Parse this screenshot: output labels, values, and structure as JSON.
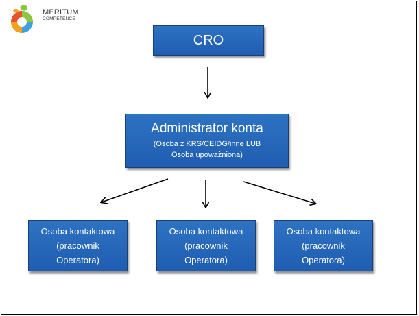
{
  "logo": {
    "line1": "MERITUM",
    "line2": "COMPETENCE",
    "colors": [
      "#e8532b",
      "#f4a11d",
      "#8dc63f",
      "#3ea3dc"
    ]
  },
  "nodes": {
    "top": "CRO",
    "middle_title": "Administrator konta",
    "middle_sub_line1": "(Osoba z KRS/CEIDG/inne LUB",
    "middle_sub_line2": "Osoba upoważniona)",
    "children": [
      {
        "line1": "Osoba kontaktowa",
        "line2": "(pracownik",
        "line3": "Operatora)"
      },
      {
        "line1": "Osoba kontaktowa",
        "line2": "(pracownik",
        "line3": "Operatora)"
      },
      {
        "line1": "Osoba kontaktowa",
        "line2": "(pracownik",
        "line3": "Operatora)"
      }
    ]
  },
  "colors": {
    "box_fill": "#2366b8",
    "box_border": "#1a3f78",
    "text": "#ffffff",
    "arrow": "#000000"
  }
}
